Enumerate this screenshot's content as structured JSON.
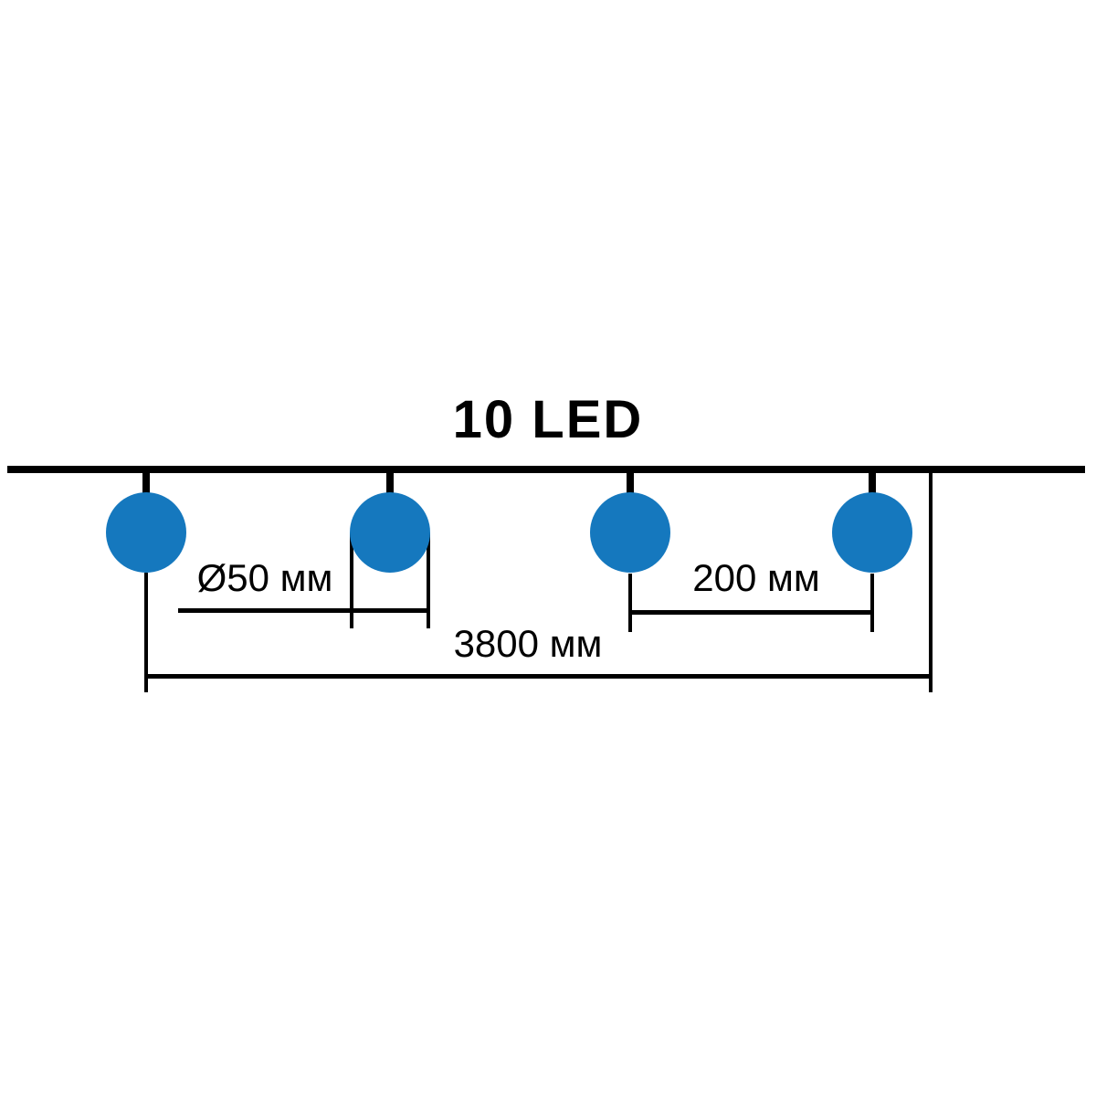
{
  "title": "10 LED",
  "diagram": {
    "type": "led-string-spec",
    "bulbs_shown": 4,
    "dimensions": {
      "diameter_label": "Ø50 мм",
      "spacing_label": "200 мм",
      "total_length_label": "3800 мм"
    }
  },
  "colors": {
    "bulb": "#1578BE",
    "line": "#000000",
    "background": "#FFFFFF"
  }
}
